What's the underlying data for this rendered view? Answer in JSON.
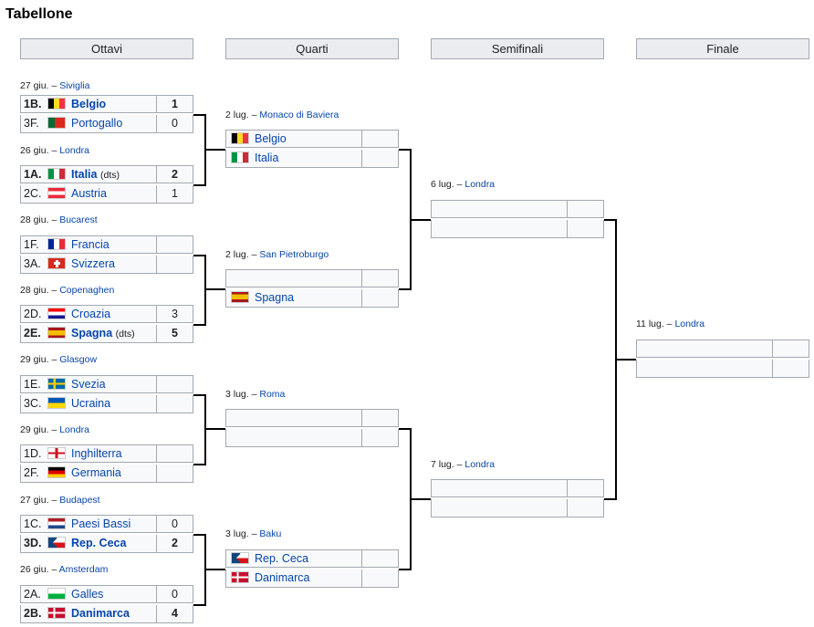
{
  "title": "Tabellone",
  "rounds": [
    "Ottavi",
    "Quarti",
    "Semifinali",
    "Finale"
  ],
  "ottavi": [
    {
      "date": "27 giu. –",
      "city": "Siviglia",
      "t1": {
        "seed": "1B.",
        "team": "Belgio",
        "score": "1",
        "win": true,
        "flag": "be"
      },
      "t2": {
        "seed": "3F.",
        "team": "Portogallo",
        "score": "0",
        "flag": "pt"
      }
    },
    {
      "date": "26 giu. –",
      "city": "Londra",
      "t1": {
        "seed": "1A.",
        "team": "Italia",
        "note": "(dts)",
        "score": "2",
        "win": true,
        "flag": "it"
      },
      "t2": {
        "seed": "2C.",
        "team": "Austria",
        "score": "1",
        "flag": "at"
      }
    },
    {
      "date": "28 giu. –",
      "city": "Bucarest",
      "t1": {
        "seed": "1F.",
        "team": "Francia",
        "score": "",
        "flag": "fr"
      },
      "t2": {
        "seed": "3A.",
        "team": "Svizzera",
        "score": "",
        "flag": "ch"
      }
    },
    {
      "date": "28 giu. –",
      "city": "Copenaghen",
      "t1": {
        "seed": "2D.",
        "team": "Croazia",
        "score": "3",
        "flag": "hr"
      },
      "t2": {
        "seed": "2E.",
        "team": "Spagna",
        "note": "(dts)",
        "score": "5",
        "win": true,
        "flag": "es"
      }
    },
    {
      "date": "29 giu. –",
      "city": "Glasgow",
      "t1": {
        "seed": "1E.",
        "team": "Svezia",
        "score": "",
        "flag": "se"
      },
      "t2": {
        "seed": "3C.",
        "team": "Ucraina",
        "score": "",
        "flag": "ua"
      }
    },
    {
      "date": "29 giu. –",
      "city": "Londra",
      "t1": {
        "seed": "1D.",
        "team": "Inghilterra",
        "score": "",
        "flag": "en"
      },
      "t2": {
        "seed": "2F.",
        "team": "Germania",
        "score": "",
        "flag": "de"
      }
    },
    {
      "date": "27 giu. –",
      "city": "Budapest",
      "t1": {
        "seed": "1C.",
        "team": "Paesi Bassi",
        "score": "0",
        "flag": "nl"
      },
      "t2": {
        "seed": "3D.",
        "team": "Rep. Ceca",
        "score": "2",
        "win": true,
        "flag": "cz"
      }
    },
    {
      "date": "26 giu. –",
      "city": "Amsterdam",
      "t1": {
        "seed": "2A.",
        "team": "Galles",
        "score": "0",
        "flag": "wl"
      },
      "t2": {
        "seed": "2B.",
        "team": "Danimarca",
        "score": "4",
        "win": true,
        "flag": "dk"
      }
    }
  ],
  "quarti": [
    {
      "date": "2 lug. –",
      "city": "Monaco di Baviera",
      "t1": {
        "team": "Belgio",
        "flag": "be"
      },
      "t2": {
        "team": "Italia",
        "flag": "it"
      }
    },
    {
      "date": "2 lug. –",
      "city": "San Pietroburgo",
      "t1": {
        "team": "",
        "flag": ""
      },
      "t2": {
        "team": "Spagna",
        "flag": "es"
      }
    },
    {
      "date": "3 lug. –",
      "city": "Roma",
      "t1": {
        "team": "",
        "flag": ""
      },
      "t2": {
        "team": "",
        "flag": ""
      }
    },
    {
      "date": "3 lug. –",
      "city": "Baku",
      "t1": {
        "team": "Rep. Ceca",
        "flag": "cz"
      },
      "t2": {
        "team": "Danimarca",
        "flag": "dk"
      }
    }
  ],
  "semifinali": [
    {
      "date": "6 lug. –",
      "city": "Londra"
    },
    {
      "date": "7 lug. –",
      "city": "Londra"
    }
  ],
  "finale": {
    "date": "11 lug. –",
    "city": "Londra"
  }
}
